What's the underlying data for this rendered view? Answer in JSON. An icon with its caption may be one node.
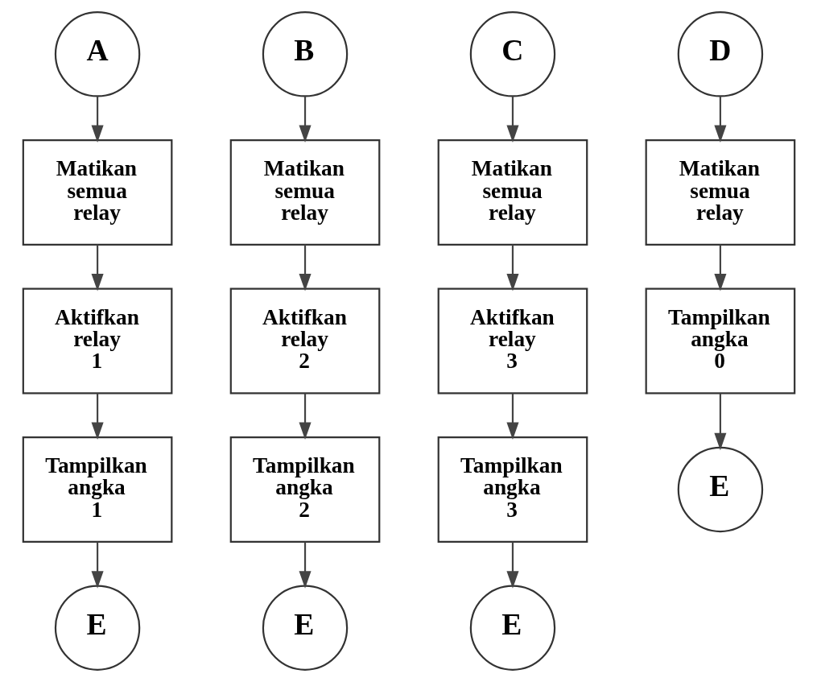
{
  "diagram": {
    "nodes": [
      {
        "text": [
          "A"
        ]
      },
      {
        "text": [
          "Matikan semua relay"
        ]
      },
      {
        "text": [
          "Aktifkan relay 1"
        ]
      },
      {
        "text": [
          "Tampilkan angka 1"
        ]
      },
      {
        "text": [
          "E"
        ]
      },
      {
        "text": [
          "B"
        ]
      },
      {
        "text": [
          "Matikan semua relay"
        ]
      },
      {
        "text": [
          "Aktifkan relay 2"
        ]
      },
      {
        "text": [
          "Tampilkan angka 2"
        ]
      },
      {
        "text": [
          "E"
        ]
      },
      {
        "text": [
          "C"
        ]
      },
      {
        "text": [
          "Matikan semua relay"
        ]
      },
      {
        "text": [
          "Aktifkan relay 3"
        ]
      },
      {
        "text": [
          "Tampilkan angka 3"
        ]
      },
      {
        "text": [
          "E"
        ]
      },
      {
        "text": [
          "D"
        ]
      },
      {
        "text": [
          "Matikan semua relay"
        ]
      },
      {
        "text": [
          "Tampilkan angka 0"
        ]
      },
      {
        "text": [
          "E"
        ]
      }
    ],
    "edges": [
      {
        "from": 0,
        "to": 1,
        "arrow": "to"
      },
      {
        "from": 1,
        "to": 2,
        "arrow": "to"
      },
      {
        "from": 2,
        "to": 3,
        "arrow": "to"
      },
      {
        "from": 3,
        "to": 4,
        "arrow": "to"
      },
      {
        "from": 5,
        "to": 6,
        "arrow": "to"
      },
      {
        "from": 6,
        "to": 7,
        "arrow": "to"
      },
      {
        "from": 7,
        "to": 8,
        "arrow": "to"
      },
      {
        "from": 8,
        "to": 9,
        "arrow": "to"
      },
      {
        "from": 10,
        "to": 11,
        "arrow": "to"
      },
      {
        "from": 11,
        "to": 12,
        "arrow": "to"
      },
      {
        "from": 12,
        "to": 13,
        "arrow": "to"
      },
      {
        "from": 13,
        "to": 14,
        "arrow": "to"
      },
      {
        "from": 15,
        "to": 16,
        "arrow": "to"
      },
      {
        "from": 16,
        "to": 17,
        "arrow": "to"
      },
      {
        "from": 17,
        "to": 18,
        "arrow": "to"
      }
    ]
  }
}
